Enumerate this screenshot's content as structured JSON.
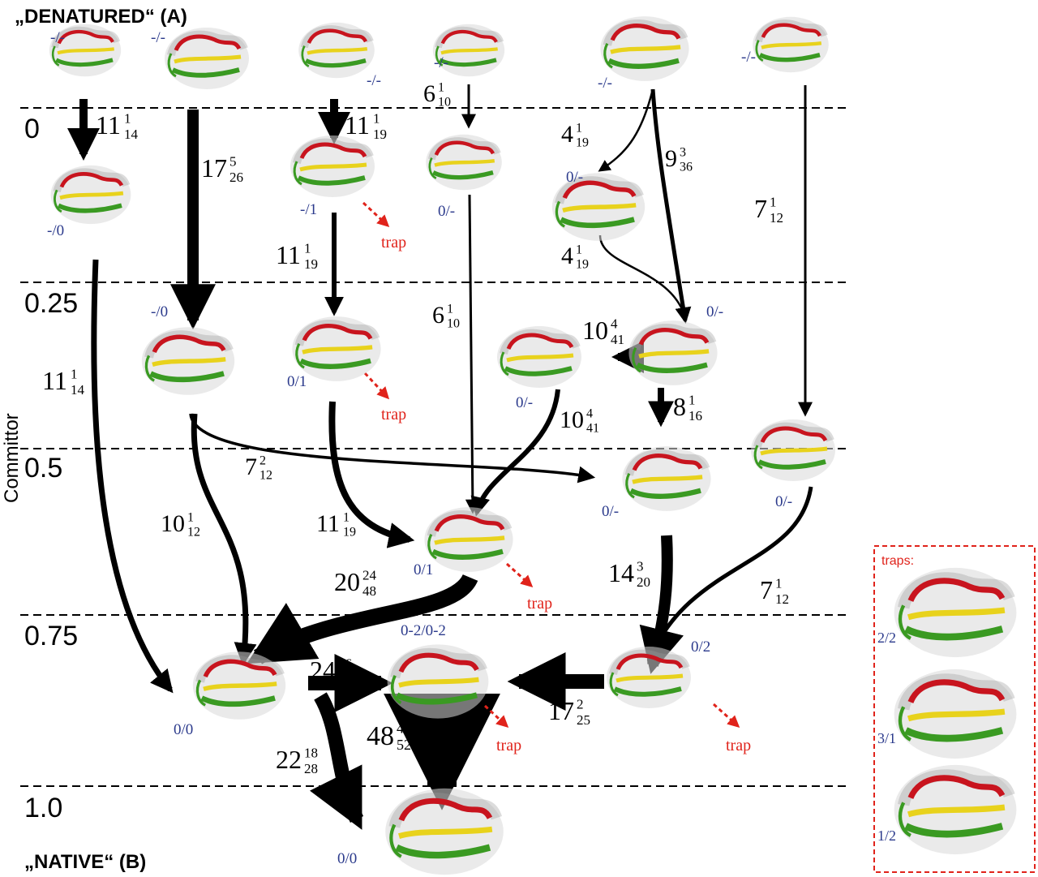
{
  "title_top": "„DENATURED“ (A)",
  "title_bottom": "„NATIVE“ (B)",
  "axis": {
    "label": "Committor",
    "ticks": [
      "0",
      "0.25",
      "0.5",
      "0.75",
      "1.0"
    ]
  },
  "colors": {
    "label_blue": "#2b3a8c",
    "trap_red": "#e0231b",
    "helix_red": "#c8141e",
    "strand_yellow": "#e8d21c",
    "strand_green": "#3a9a22",
    "arrow": "#000000"
  },
  "structures": [
    {
      "id": "s1",
      "label": "-/-"
    },
    {
      "id": "s2",
      "label": "-/-"
    },
    {
      "id": "s3",
      "label": "-/-"
    },
    {
      "id": "s4",
      "label": "-/-"
    },
    {
      "id": "s5",
      "label": "-/-"
    },
    {
      "id": "s6",
      "label": "-/-"
    },
    {
      "id": "s7",
      "label": "-/0"
    },
    {
      "id": "s8",
      "label": "-/1"
    },
    {
      "id": "s9",
      "label": "0/-"
    },
    {
      "id": "s10",
      "label": "0/-"
    },
    {
      "id": "s11",
      "label": "-/0"
    },
    {
      "id": "s12",
      "label": "0/1"
    },
    {
      "id": "s13",
      "label": "0/-"
    },
    {
      "id": "s14",
      "label": "0/-"
    },
    {
      "id": "s15",
      "label": "0/-"
    },
    {
      "id": "s16",
      "label": "0/-"
    },
    {
      "id": "s17",
      "label": "0/1"
    },
    {
      "id": "s18",
      "label": "0/0"
    },
    {
      "id": "s19",
      "label": "0-2/0-2"
    },
    {
      "id": "s20",
      "label": "0/2"
    },
    {
      "id": "s21",
      "label": "0/0"
    }
  ],
  "transitions": [
    {
      "base": "11",
      "sup": "1",
      "sub": "14"
    },
    {
      "base": "17",
      "sup": "5",
      "sub": "26"
    },
    {
      "base": "11",
      "sup": "1",
      "sub": "19"
    },
    {
      "base": "6",
      "sup": "1",
      "sub": "10"
    },
    {
      "base": "4",
      "sup": "1",
      "sub": "19"
    },
    {
      "base": "9",
      "sup": "3",
      "sub": "36"
    },
    {
      "base": "7",
      "sup": "1",
      "sub": "12"
    },
    {
      "base": "11",
      "sup": "1",
      "sub": "19"
    },
    {
      "base": "4",
      "sup": "1",
      "sub": "19"
    },
    {
      "base": "6",
      "sup": "1",
      "sub": "10"
    },
    {
      "base": "10",
      "sup": "4",
      "sub": "41"
    },
    {
      "base": "11",
      "sup": "1",
      "sub": "14"
    },
    {
      "base": "8",
      "sup": "1",
      "sub": "16"
    },
    {
      "base": "10",
      "sup": "4",
      "sub": "41"
    },
    {
      "base": "7",
      "sup": "2",
      "sub": "12"
    },
    {
      "base": "10",
      "sup": "1",
      "sub": "12"
    },
    {
      "base": "11",
      "sup": "1",
      "sub": "19"
    },
    {
      "base": "20",
      "sup": "24",
      "sub": "48"
    },
    {
      "base": "14",
      "sup": "3",
      "sub": "20"
    },
    {
      "base": "7",
      "sup": "1",
      "sub": "12"
    },
    {
      "base": "24",
      "sup": "16",
      "sub": "42"
    },
    {
      "base": "17",
      "sup": "2",
      "sub": "25"
    },
    {
      "base": "48",
      "sup": "42",
      "sub": "52"
    },
    {
      "base": "22",
      "sup": "18",
      "sub": "28"
    }
  ],
  "trap_label": "trap",
  "inset": {
    "title": "traps:",
    "items": [
      {
        "label": "2/2"
      },
      {
        "label": "3/1"
      },
      {
        "label": "1/2"
      }
    ]
  }
}
